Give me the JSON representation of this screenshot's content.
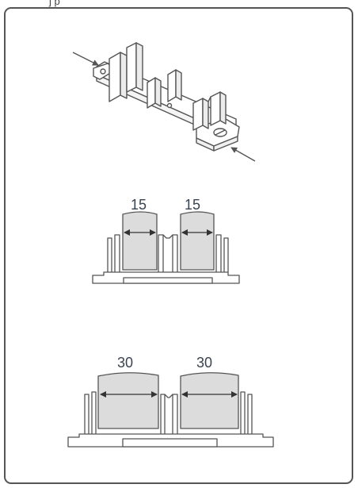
{
  "header": {
    "caption": "j                 p"
  },
  "figure": {
    "small_slot_left_width": "15",
    "small_slot_right_width": "15",
    "large_slot_left_width": "30",
    "large_slot_right_width": "30"
  },
  "colors": {
    "outline": "#555555",
    "card_fill": "#dcdcdc",
    "part_fill": "#ffffff",
    "label": "#3a4350"
  },
  "icons": {
    "direction_arrows": "arrow-icon",
    "dimension_arrows": "double-arrow-icon"
  }
}
